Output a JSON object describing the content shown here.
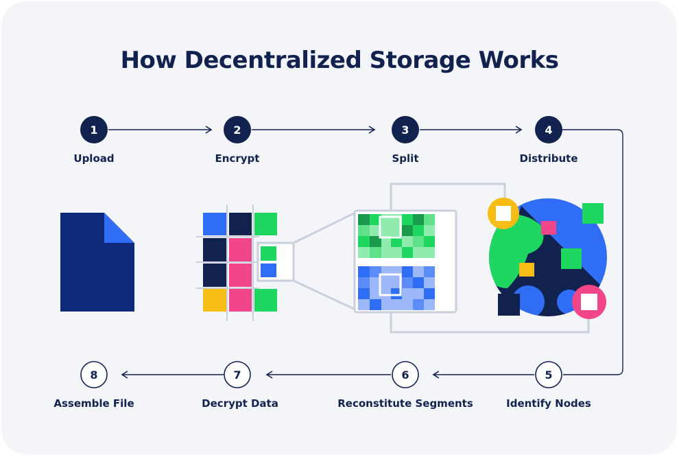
{
  "title": "How Decentralized Storage Works",
  "colors": {
    "navy": "#12224f",
    "dark_blue": "#0f2a7a",
    "blue": "#2f6df5",
    "green": "#1ed760",
    "pink": "#f1468a",
    "yellow": "#f7bd14",
    "line": "#c9d0dc",
    "background": "#f3f5f8"
  },
  "steps": [
    {
      "number": "1",
      "label": "Upload"
    },
    {
      "number": "2",
      "label": "Encrypt"
    },
    {
      "number": "3",
      "label": "Split"
    },
    {
      "number": "4",
      "label": "Distribute"
    },
    {
      "number": "5",
      "label": "Identify Nodes"
    },
    {
      "number": "6",
      "label": "Reconstitute Segments"
    },
    {
      "number": "7",
      "label": "Decrypt Data"
    },
    {
      "number": "8",
      "label": "Assemble File"
    }
  ],
  "illustrations": [
    "document-icon",
    "encrypted-grid-icon",
    "split-segments-icon",
    "network-globe-icon"
  ]
}
